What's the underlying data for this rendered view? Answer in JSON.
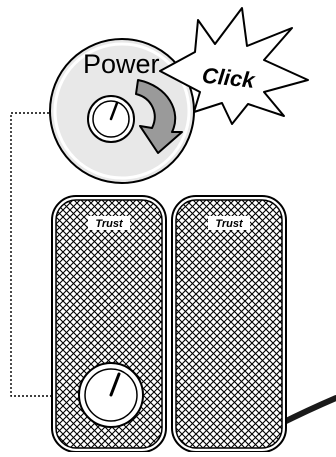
{
  "callout": {
    "label": "Power",
    "burst_text": "Click"
  },
  "speakers": [
    {
      "brand": "Trust",
      "has_power_knob": true
    },
    {
      "brand": "Trust",
      "has_power_knob": false
    }
  ],
  "colors": {
    "line": "#000000",
    "fill": "#ffffff",
    "callout_fill": "#e6e6e6",
    "arrow_fill": "#9a9a9a",
    "cable": "#1a1a1a"
  }
}
